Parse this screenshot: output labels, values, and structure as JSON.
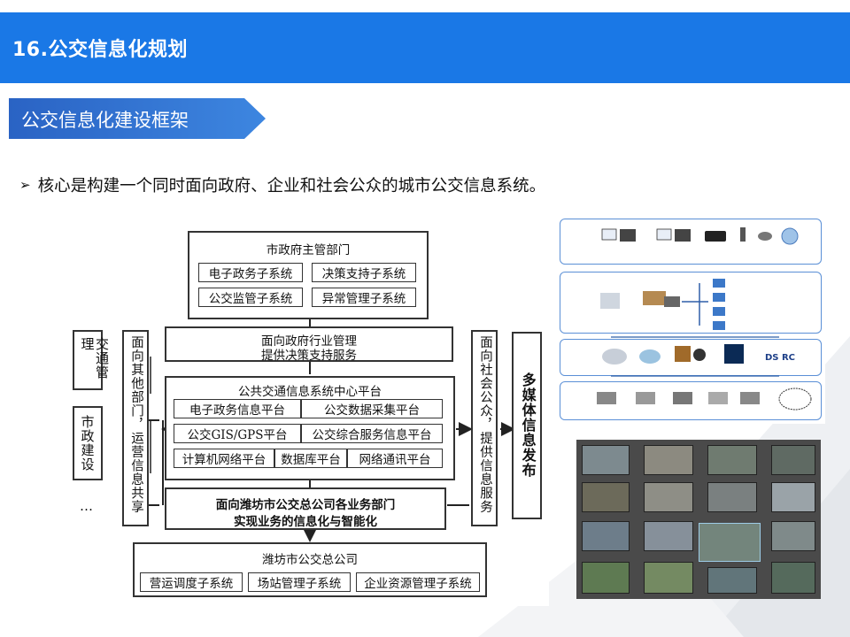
{
  "page": {
    "title": "16.公交信息化规划",
    "section_title": "公交信息化建设框架",
    "bullet_text": "核心是构建一个同时面向政府、企业和社会公众的城市公交信息系统。"
  },
  "framework": {
    "gov_dept": {
      "title": "市政府主管部门",
      "items": [
        "电子政务子系统",
        "决策支持子系统",
        "公交监管子系统",
        "异常管理子系统"
      ]
    },
    "gov_industry": {
      "line1": "面向政府行业管理",
      "line2": "提供决策支持服务"
    },
    "center_platform": {
      "title": "公共交通信息系统中心平台",
      "row1": [
        "电子政务信息平台",
        "公交数据采集平台"
      ],
      "row2": [
        "公交GIS/GPS平台",
        "公交综合服务信息平台"
      ],
      "row3": [
        "计算机网络平台",
        "数据库平台",
        "网络通讯平台"
      ]
    },
    "business_depts": {
      "line1": "面向潍坊市公交总公司各业务部门",
      "line2": "实现业务的信息化与智能化"
    },
    "company": {
      "title": "潍坊市公交总公司",
      "items": [
        "营运调度子系统",
        "场站管理子系统",
        "企业资源管理子系统"
      ]
    },
    "left_outer": [
      "交通管理",
      "市政建设",
      "…"
    ],
    "left_inner": "面向其他部门，运营信息共享",
    "right_inner": "面向社会公众，提供信息服务",
    "right_outer": "多媒体信息发布"
  },
  "colors": {
    "title_bar": "#1a78e6",
    "section_tab": "#2e6fcf",
    "tier_border": "#5a8fd6"
  }
}
